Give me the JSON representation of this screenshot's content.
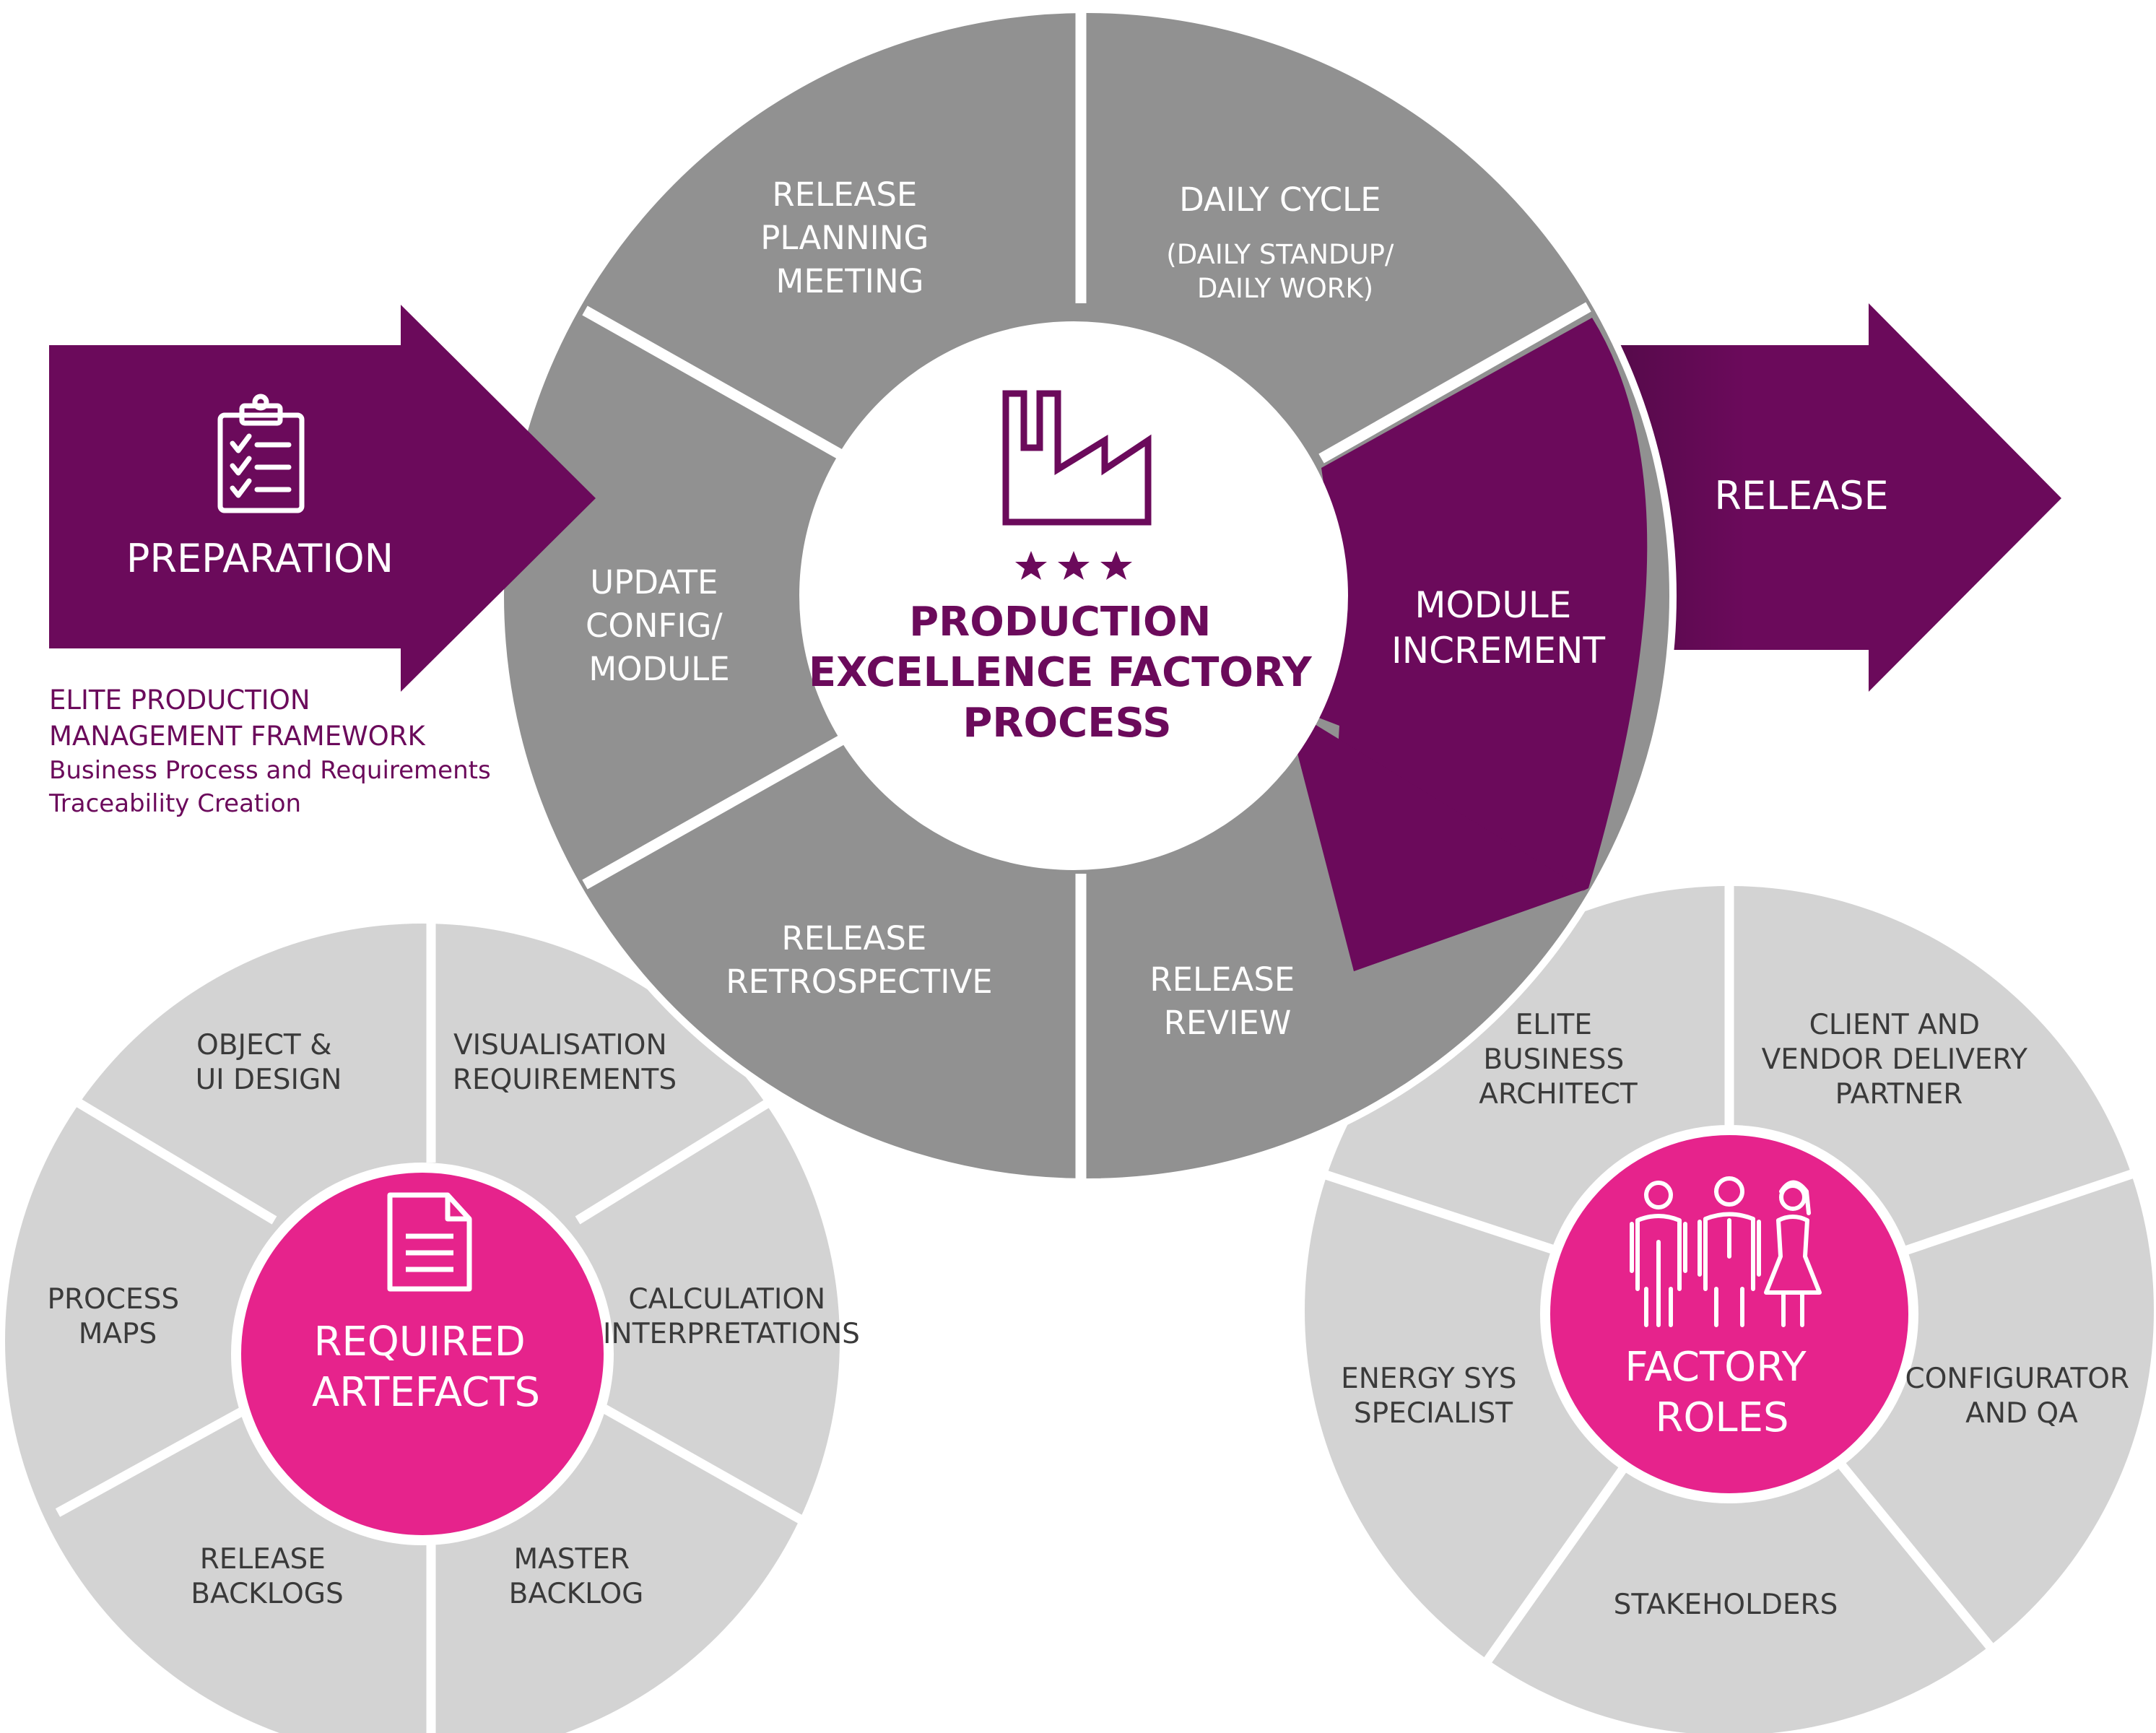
{
  "colors": {
    "purple": "#6b0a5b",
    "dark_gray": "#919191",
    "light_gray": "#d3d3d3",
    "pink": "#e6238c",
    "white": "#ffffff"
  },
  "preparation": {
    "label": "PREPARATION",
    "icon": "clipboard-checklist-icon"
  },
  "release": {
    "label": "RELEASE"
  },
  "framework": {
    "title_lines": [
      "ELITE PRODUCTION",
      "MANAGEMENT FRAMEWORK"
    ],
    "sub_lines": [
      "Business Process and Requirements",
      "Traceability Creation"
    ]
  },
  "process": {
    "title_lines": [
      "PRODUCTION",
      "EXCELLENCE FACTORY",
      "PROCESS"
    ],
    "icon": "factory-icon",
    "stars": 3,
    "segments": {
      "release_planning": [
        "RELEASE",
        "PLANNING",
        "MEETING"
      ],
      "daily_cycle_title": "DAILY CYCLE",
      "daily_cycle_sub": [
        "(DAILY STANDUP/",
        "DAILY WORK)"
      ],
      "module_increment": [
        "MODULE",
        "INCREMENT"
      ],
      "release_review": [
        "RELEASE",
        "REVIEW"
      ],
      "release_retrospective": [
        "RELEASE",
        "RETROSPECTIVE"
      ],
      "update_config": [
        "UPDATE",
        "CONFIG/",
        "MODULE"
      ]
    }
  },
  "artefacts": {
    "title_lines": [
      "REQUIRED",
      "ARTEFACTS"
    ],
    "icon": "document-icon",
    "segments": {
      "object_ui": [
        "OBJECT &",
        "UI DESIGN"
      ],
      "visualisation": [
        "VISUALISATION",
        "REQUIREMENTS"
      ],
      "calculation": [
        "CALCULATION",
        "INTERPRETATIONS"
      ],
      "master_backlog": [
        "MASTER",
        "BACKLOG"
      ],
      "release_backlogs": [
        "RELEASE",
        "BACKLOGS"
      ],
      "process_maps": [
        "PROCESS",
        "MAPS"
      ]
    }
  },
  "roles": {
    "title_lines": [
      "FACTORY",
      "ROLES"
    ],
    "icon": "people-icon",
    "segments": {
      "elite_architect": [
        "ELITE",
        "BUSINESS",
        "ARCHITECT"
      ],
      "client_vendor": [
        "CLIENT AND",
        "VENDOR DELIVERY",
        "PARTNER"
      ],
      "configurator": [
        "CONFIGURATOR",
        "AND QA"
      ],
      "stakeholders": [
        "STAKEHOLDERS"
      ],
      "energy_sys": [
        "ENERGY SYS",
        "SPECIALIST"
      ]
    }
  }
}
